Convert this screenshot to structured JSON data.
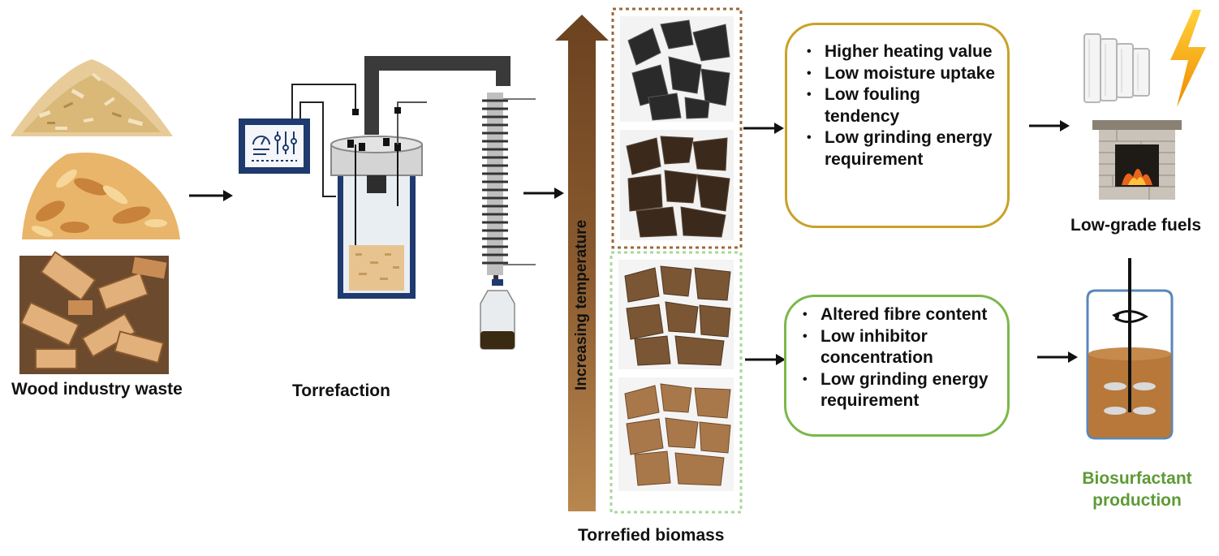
{
  "labels": {
    "wood_waste": "Wood industry waste",
    "torrefaction": "Torrefaction",
    "torrefied_biomass": "Torrefied biomass",
    "increasing_temperature": "Increasing temperature",
    "low_grade_fuels": "Low-grade fuels",
    "biosurfactant_line1": "Biosurfactant",
    "biosurfactant_line2": "production"
  },
  "fuel_properties": [
    "Higher heating value",
    "Low moisture uptake",
    "Low fouling tendency",
    "Low grinding energy requirement"
  ],
  "fermentation_properties": [
    "Altered fibre content",
    "Low inhibitor concentration",
    "Low grinding energy requirement"
  ],
  "colors": {
    "gold_border": "#c9a227",
    "green_border": "#7bb84a",
    "dark_border_dotted": "#9a6a3a",
    "green_dotted": "#a8d89a",
    "temperature_arrow": "#8a5a2e",
    "green_text": "#5e9a35",
    "reactor_navy": "#1e3a6e",
    "tube_dark": "#333333"
  },
  "icons": [
    "wood-chips-icon",
    "wood-shavings-icon",
    "wood-blocks-icon",
    "control-panel-icon",
    "reactor-icon",
    "condenser-icon",
    "collection-bottle-icon",
    "radiator-icon",
    "lightning-icon",
    "fireplace-icon",
    "bioreactor-icon"
  ]
}
